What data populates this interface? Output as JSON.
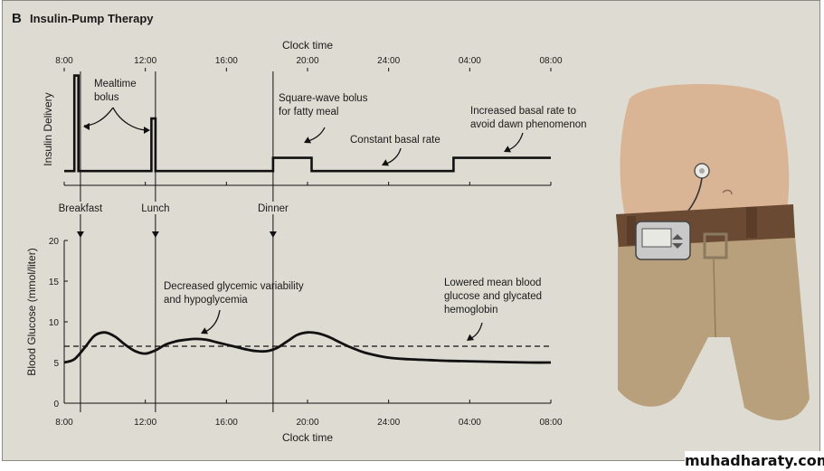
{
  "header": {
    "panel_letter": "B",
    "title": "Insulin-Pump Therapy"
  },
  "watermark": "muhadharaty.com",
  "colors": {
    "panel_bg": "#dedbd2",
    "ink": "#111111",
    "skin": "#d9b596",
    "pants": "#b8a07c",
    "belt": "#6a4a33",
    "pump": "#c9c9c9"
  },
  "chart_data": [
    {
      "type": "line",
      "title": "",
      "xlabel": "Clock time",
      "ylabel": "Insulin Delivery",
      "x_ticks": [
        "8:00",
        "12:00",
        "16:00",
        "20:00",
        "24:00",
        "04:00",
        "08:00"
      ],
      "x_tick_hours": [
        0,
        4,
        8,
        12,
        16,
        20,
        24
      ],
      "x_unit": "hours after 8:00",
      "ylim": [
        0,
        1
      ],
      "series": [
        {
          "name": "",
          "x": [
            0,
            0.5,
            0.5,
            0.7,
            0.7,
            4.3,
            4.3,
            4.5,
            4.5,
            10.3,
            10.3,
            12.2,
            12.2,
            19.2,
            19.2,
            24
          ],
          "y": [
            0.12,
            0.12,
            0.92,
            0.92,
            0.12,
            0.12,
            0.56,
            0.56,
            0.12,
            0.12,
            0.23,
            0.23,
            0.12,
            0.12,
            0.23,
            0.23
          ]
        }
      ],
      "annotations": {
        "mealtime": "Mealtime\nbolus",
        "square": "Square-wave bolus\nfor fatty meal",
        "basal": "Constant basal rate",
        "increased": "Increased basal rate to\navoid dawn phenomenon"
      }
    },
    {
      "type": "line",
      "title": "",
      "xlabel": "Clock time",
      "ylabel": "Blood Glucose (mmol/liter)",
      "x_ticks": [
        "8:00",
        "12:00",
        "16:00",
        "20:00",
        "24:00",
        "04:00",
        "08:00"
      ],
      "x_tick_hours": [
        0,
        4,
        8,
        12,
        16,
        20,
        24
      ],
      "x_unit": "hours after 8:00",
      "y_ticks": [
        0,
        5,
        10,
        15,
        20
      ],
      "ylim": [
        0,
        20
      ],
      "series": [
        {
          "name": "",
          "x": [
            0,
            0.5,
            1,
            1.5,
            2,
            2.5,
            3,
            3.5,
            4,
            4.5,
            5,
            5.5,
            6,
            6.5,
            7,
            7.5,
            8,
            8.5,
            9,
            9.5,
            10,
            10.5,
            11,
            11.5,
            12,
            12.5,
            13,
            13.5,
            14,
            14.5,
            15,
            16,
            17,
            18,
            19,
            20,
            21,
            22,
            23,
            24
          ],
          "y": [
            5.0,
            5.4,
            6.8,
            8.3,
            8.7,
            8.2,
            7.2,
            6.4,
            6.1,
            6.5,
            7.2,
            7.6,
            7.8,
            7.9,
            7.8,
            7.5,
            7.2,
            6.9,
            6.6,
            6.4,
            6.4,
            6.8,
            7.6,
            8.4,
            8.7,
            8.6,
            8.2,
            7.6,
            7.0,
            6.5,
            6.1,
            5.6,
            5.4,
            5.3,
            5.2,
            5.15,
            5.1,
            5.05,
            5.0,
            5.0
          ]
        },
        {
          "name": "",
          "x": [
            0,
            24
          ],
          "y": [
            7,
            7
          ],
          "style": "dashed"
        }
      ],
      "meal_markers": [
        {
          "label": "Breakfast",
          "hour": 0.8
        },
        {
          "label": "Lunch",
          "hour": 4.5
        },
        {
          "label": "Dinner",
          "hour": 10.3
        }
      ],
      "annotations": {
        "variability": "Decreased glycemic variability\nand hypoglycemia",
        "lowered": "Lowered mean blood\nglucose and glycated\nhemoglobin"
      }
    }
  ]
}
